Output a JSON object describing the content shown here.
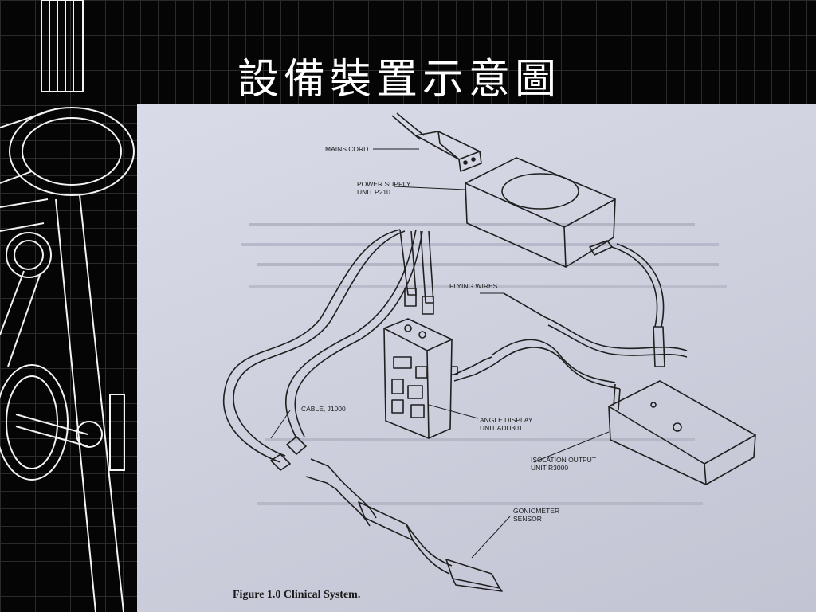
{
  "slide": {
    "title": "設備裝置示意圖"
  },
  "figure": {
    "caption": "Figure 1.0 Clinical System.",
    "labels": {
      "mains_cord": "MAINS CORD",
      "power_supply_line1": "POWER SUPPLY",
      "power_supply_line2": "UNIT P210",
      "flying_wires": "FLYING WIRES",
      "cable": "CABLE, J1000",
      "angle_display_line1": "ANGLE DISPLAY",
      "angle_display_line2": "UNIT ADU301",
      "isolation_output_line1": "ISOLATION OUTPUT",
      "isolation_output_line2": "UNIT R3000",
      "goniometer_line1": "GONIOMETER",
      "goniometer_line2": "SENSOR"
    }
  },
  "colors": {
    "background": "#050505",
    "grid": "#2a2a2a",
    "paper": "#d3d5e2",
    "ink": "#1a1a1a",
    "title": "#ffffff"
  },
  "icons": [
    "goniometer-instrument-drawing"
  ]
}
